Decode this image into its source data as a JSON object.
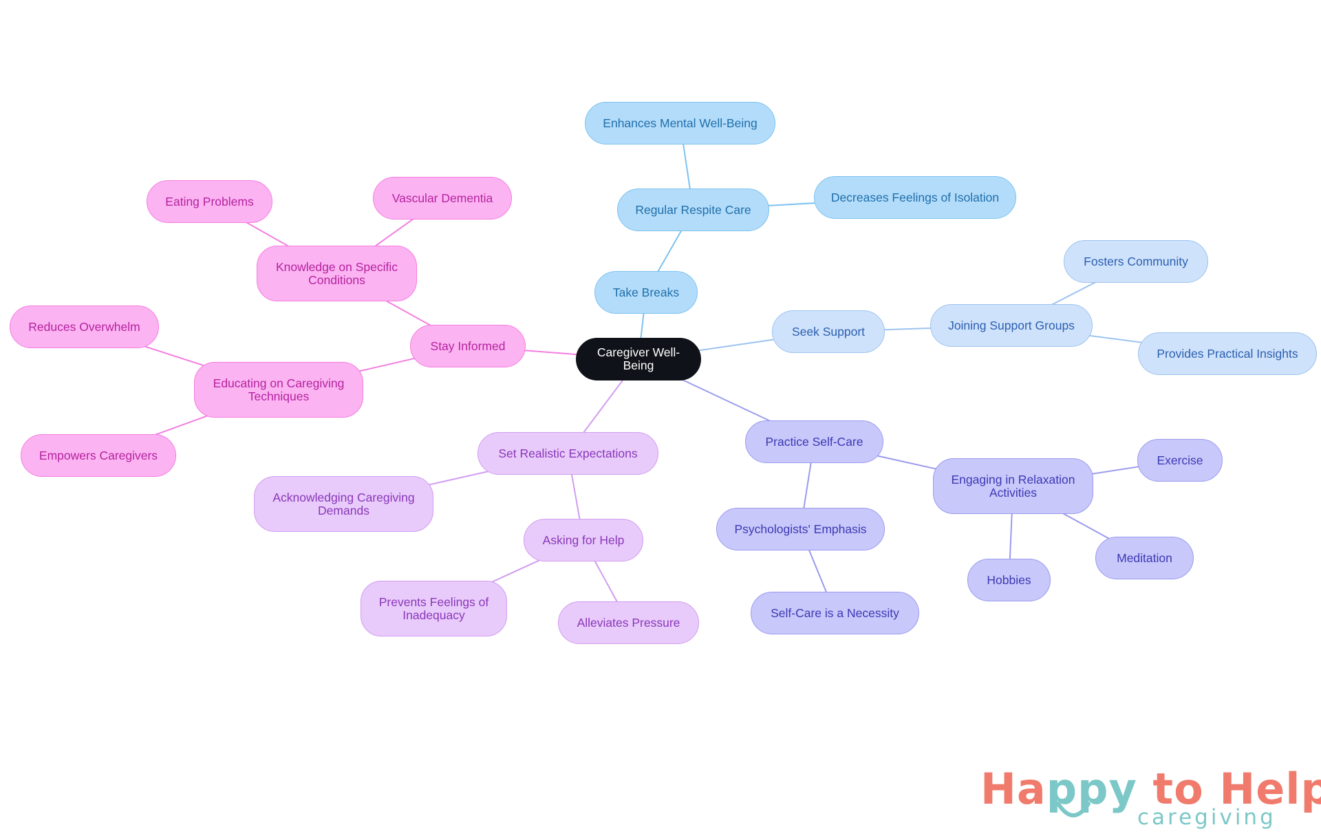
{
  "diagram": {
    "center": {
      "label": "Caregiver Well-Being",
      "color": "#0f1319"
    },
    "branches": [
      {
        "key": "take-breaks",
        "label": "Take Breaks",
        "fill": "#b3dcfa",
        "stroke": "#7cc2f0",
        "text": "#1f6fab",
        "children": [
          {
            "key": "regular-respite-care",
            "label": "Regular Respite Care",
            "children": [
              {
                "key": "enhances-mental-well-being",
                "label": "Enhances Mental Well-Being"
              },
              {
                "key": "decreases-feelings-of-isolation",
                "label": "Decreases Feelings of Isolation"
              }
            ]
          }
        ]
      },
      {
        "key": "seek-support",
        "label": "Seek Support",
        "fill": "#cfe2fb",
        "stroke": "#9cc3ef",
        "text": "#2a5fb0",
        "children": [
          {
            "key": "joining-support-groups",
            "label": "Joining Support Groups",
            "children": [
              {
                "key": "fosters-community",
                "label": "Fosters Community"
              },
              {
                "key": "provides-practical-insights",
                "label": "Provides Practical Insights"
              }
            ]
          }
        ]
      },
      {
        "key": "practice-self-care",
        "label": "Practice Self-Care",
        "fill": "#c8c8fb",
        "stroke": "#9a9aee",
        "text": "#3c39b3",
        "children": [
          {
            "key": "psychologists-emphasis",
            "label": "Psychologists' Emphasis",
            "children": [
              {
                "key": "self-care-is-a-necessity",
                "label": "Self-Care is a Necessity"
              }
            ]
          },
          {
            "key": "engaging-in-relaxation-activities",
            "label": "Engaging in Relaxation Activities",
            "children": [
              {
                "key": "exercise",
                "label": "Exercise"
              },
              {
                "key": "meditation",
                "label": "Meditation"
              },
              {
                "key": "hobbies",
                "label": "Hobbies"
              }
            ]
          }
        ]
      },
      {
        "key": "set-realistic-expectations",
        "label": "Set Realistic Expectations",
        "fill": "#e8cbfb",
        "stroke": "#d19cf0",
        "text": "#8a37b8",
        "children": [
          {
            "key": "acknowledging-caregiving-demands",
            "label": "Acknowledging Caregiving Demands"
          },
          {
            "key": "asking-for-help",
            "label": "Asking for Help",
            "children": [
              {
                "key": "prevents-feelings-of-inadequacy",
                "label": "Prevents Feelings of Inadequacy"
              },
              {
                "key": "alleviates-pressure",
                "label": "Alleviates Pressure"
              }
            ]
          }
        ]
      },
      {
        "key": "stay-informed",
        "label": "Stay Informed",
        "fill": "#fcb3f2",
        "stroke": "#f47de0",
        "text": "#b4239e",
        "children": [
          {
            "key": "knowledge-on-specific-conditions",
            "label": "Knowledge on Specific Conditions",
            "children": [
              {
                "key": "eating-problems",
                "label": "Eating Problems"
              },
              {
                "key": "vascular-dementia",
                "label": "Vascular Dementia"
              }
            ]
          },
          {
            "key": "educating-on-caregiving-techniques",
            "label": "Educating on Caregiving Techniques",
            "children": [
              {
                "key": "reduces-overwhelm",
                "label": "Reduces Overwhelm"
              },
              {
                "key": "empowers-caregivers",
                "label": "Empowers Caregivers"
              }
            ]
          }
        ]
      }
    ]
  },
  "logo": {
    "part1": "Ha",
    "part2": "ppy",
    "part3": " to Help",
    "subtitle": "caregiving"
  }
}
